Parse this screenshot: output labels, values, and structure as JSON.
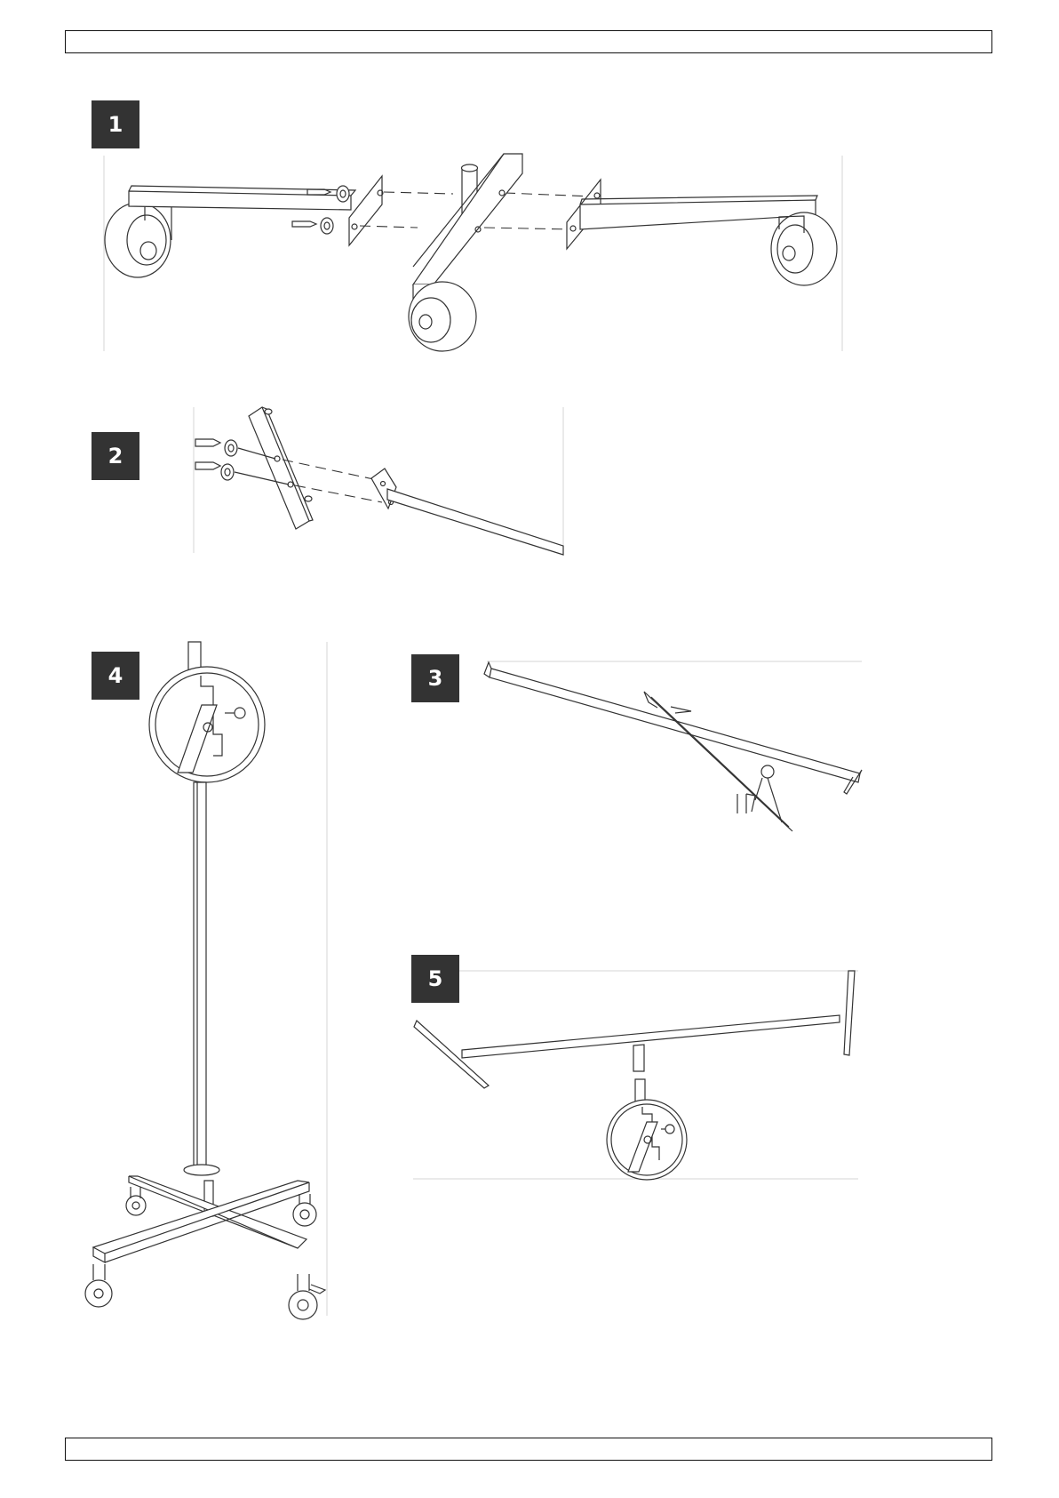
{
  "page": {
    "header_text": "",
    "footer_text": ""
  },
  "steps": [
    {
      "number": "1",
      "illustration": "base-arms-assembly"
    },
    {
      "number": "2",
      "illustration": "bracket-bolting"
    },
    {
      "number": "3",
      "illustration": "crossbar-with-clamp"
    },
    {
      "number": "4",
      "illustration": "stand-with-clamp-ring"
    },
    {
      "number": "5",
      "illustration": "crossbar-on-clamp"
    }
  ]
}
